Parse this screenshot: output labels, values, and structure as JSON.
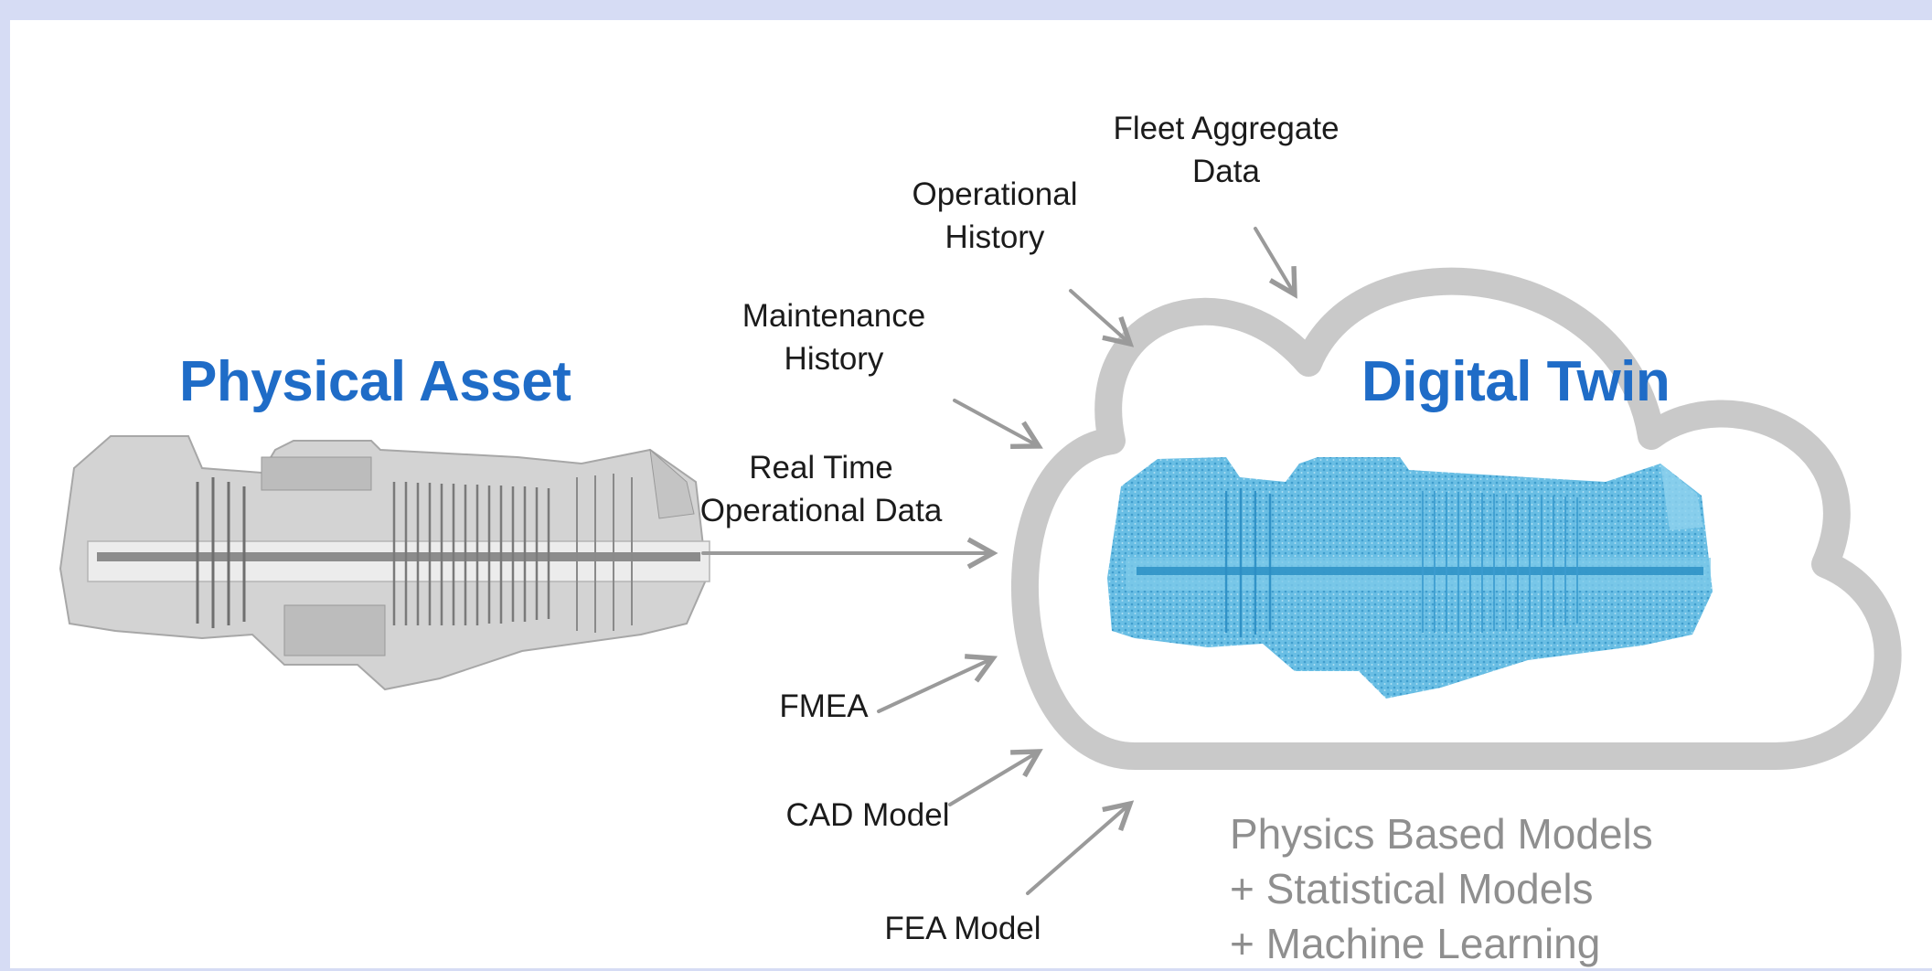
{
  "physical_asset": {
    "title": "Physical Asset",
    "image": "turbine-cutaway-gray"
  },
  "digital_twin": {
    "title": "Digital Twin",
    "image": "turbine-point-cloud-blue"
  },
  "inputs": [
    {
      "id": "fleet-aggregate",
      "label": "Fleet Aggregate\nData"
    },
    {
      "id": "operational-history",
      "label": "Operational\nHistory"
    },
    {
      "id": "maintenance-history",
      "label": "Maintenance\nHistory"
    },
    {
      "id": "real-time",
      "label": "Real Time\nOperational Data"
    },
    {
      "id": "fmea",
      "label": "FMEA"
    },
    {
      "id": "cad-model",
      "label": "CAD Model"
    },
    {
      "id": "fea-model",
      "label": "FEA Model"
    }
  ],
  "models": {
    "line1": "Physics Based Models",
    "line2": "+ Statistical Models",
    "line3": "+ Machine Learning"
  },
  "colors": {
    "background": "#d6dcf4",
    "title": "#1f6cc7",
    "cloud": "#c9c9c9",
    "arrow": "#9a9a9a",
    "twin": "#3aa4d6",
    "models_text": "#8f8f8f"
  }
}
